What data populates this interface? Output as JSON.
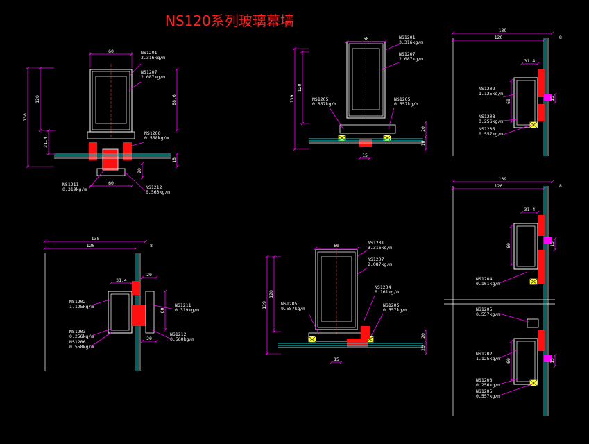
{
  "title": "NS120系列玻璃幕墙",
  "colors": {
    "background": "#000000",
    "dimension": "#ff00ff",
    "outline": "#ffffff",
    "gasket": "#ff1010",
    "glass": "#00d8d8",
    "centerline": "#ff3030",
    "title": "#ff2020"
  },
  "details": {
    "d1": {
      "dims": [
        "60",
        "138",
        "120",
        "31.4",
        "88.6",
        "18",
        "20",
        "60"
      ],
      "labels": [
        {
          "code": "NS1201",
          "weight": "3.316kg/m"
        },
        {
          "code": "NS1207",
          "weight": "2.087kg/m"
        },
        {
          "code": "NS1206",
          "weight": "0.558kg/m"
        },
        {
          "code": "NS1211",
          "weight": "0.319kg/m"
        },
        {
          "code": "NS1212",
          "weight": "0.560kg/m"
        }
      ]
    },
    "d2": {
      "dims": [
        "60",
        "139",
        "120",
        "20",
        "16",
        "15"
      ],
      "labels": [
        {
          "code": "NS1201",
          "weight": "3.316kg/m"
        },
        {
          "code": "NS1207",
          "weight": "2.087kg/m"
        },
        {
          "code": "NS1205",
          "weight": "0.557kg/m"
        },
        {
          "code": "NS1205",
          "weight": "0.557kg/m"
        }
      ]
    },
    "d3": {
      "dims": [
        "139",
        "120",
        "8",
        "31.4",
        "60",
        "15"
      ],
      "labels": [
        {
          "code": "NS1202",
          "weight": "1.125kg/m"
        },
        {
          "code": "NS1203",
          "weight": "0.256kg/m"
        },
        {
          "code": "NS1205",
          "weight": "0.557kg/m"
        }
      ]
    },
    "d4": {
      "dims": [
        "138",
        "120",
        "8",
        "31.4",
        "20",
        "60",
        "20"
      ],
      "labels": [
        {
          "code": "NS1202",
          "weight": "1.125kg/m"
        },
        {
          "code": "NS1203",
          "weight": "0.256kg/m"
        },
        {
          "code": "NS1206",
          "weight": "0.558kg/m"
        },
        {
          "code": "NS1211",
          "weight": "0.319kg/m"
        },
        {
          "code": "NS1212",
          "weight": "0.560kg/m"
        }
      ]
    },
    "d5": {
      "dims": [
        "60",
        "139",
        "120",
        "20",
        "20",
        "15"
      ],
      "labels": [
        {
          "code": "NS1201",
          "weight": "3.316kg/m"
        },
        {
          "code": "NS1207",
          "weight": "2.087kg/m"
        },
        {
          "code": "NS1204",
          "weight": "0.161kg/m"
        },
        {
          "code": "NS1205",
          "weight": "0.557kg/m"
        },
        {
          "code": "NS1205",
          "weight": "0.557kg/m"
        }
      ]
    },
    "d6": {
      "dims": [
        "139",
        "120",
        "8",
        "31.4",
        "60",
        "15",
        "60",
        "15"
      ],
      "labels": [
        {
          "code": "NS1204",
          "weight": "0.161kg/m"
        },
        {
          "code": "NS1205",
          "weight": "0.557kg/m"
        },
        {
          "code": "NS1202",
          "weight": "1.125kg/m"
        },
        {
          "code": "NS1203",
          "weight": "0.256kg/m"
        },
        {
          "code": "NS1205",
          "weight": "0.557kg/m"
        }
      ]
    }
  }
}
